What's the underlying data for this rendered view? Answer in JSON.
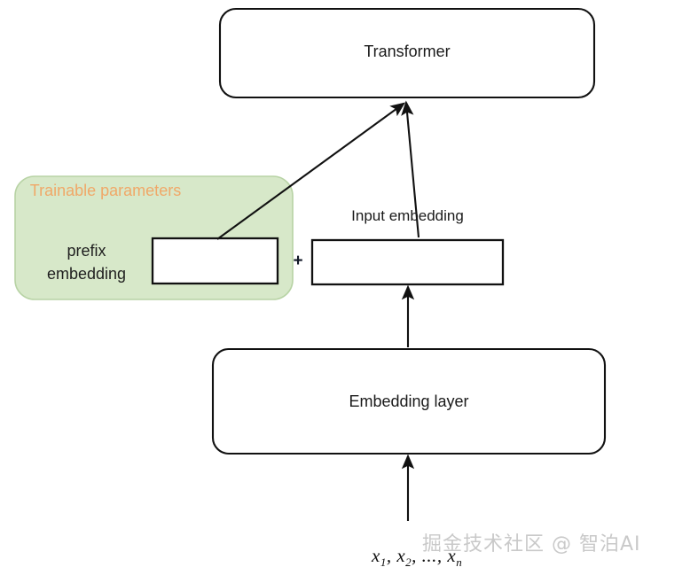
{
  "diagram": {
    "title_block": {
      "label": "Transformer"
    },
    "embedding_layer_block": {
      "label": "Embedding layer"
    },
    "input_embedding": {
      "label": "Input embedding",
      "box_fill": "#ffffff",
      "box_stroke": "#1a1a1a"
    },
    "trainable_group": {
      "label": "Trainable parameters",
      "label_color": "#f0a868",
      "fill": "#d7e8c9",
      "stroke": "#b8d3a5"
    },
    "prefix_embedding": {
      "label": "prefix\nembedding",
      "box_fill": "#ffffff",
      "box_stroke": "#1a1a1a"
    },
    "operator": {
      "plus": "+"
    },
    "input_tokens": {
      "prefix": "x",
      "sub1": "1",
      "sep1": ", ",
      "sub2": "2",
      "sep2": ", ..., ",
      "last_sub": "n"
    },
    "watermark": {
      "text": "掘金技术社区 @ 智泊AI",
      "color": "#c9c9c9"
    },
    "colors": {
      "stroke": "#1a1a1a",
      "background": "#ffffff",
      "green_fill": "#d7e8c9",
      "green_stroke": "#b8d3a5",
      "orange_text": "#f0a868"
    },
    "edges": [
      {
        "name": "tokens-to-embedding-layer",
        "from": "input-tokens",
        "to": "embedding-layer"
      },
      {
        "name": "embedding-layer-to-input-embedding",
        "from": "embedding-layer",
        "to": "input-embedding"
      },
      {
        "name": "input-embedding-to-transformer",
        "from": "input-embedding",
        "to": "transformer"
      },
      {
        "name": "prefix-embedding-to-transformer",
        "from": "prefix-embedding",
        "to": "transformer"
      }
    ]
  }
}
